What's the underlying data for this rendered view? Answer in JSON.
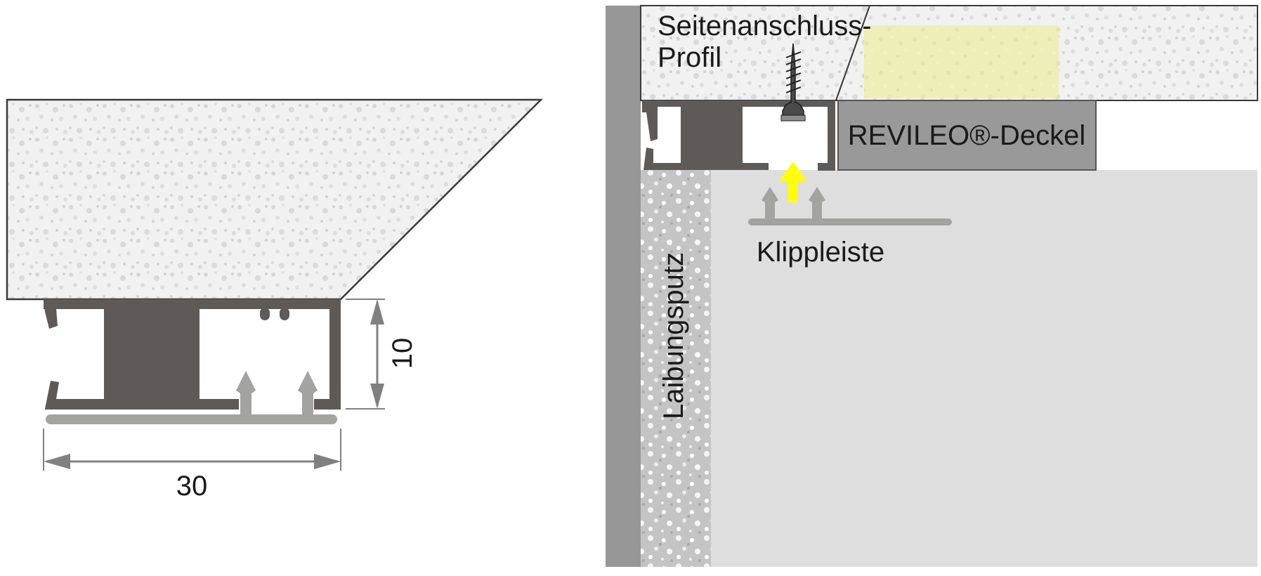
{
  "left_figure": {
    "dimension_width": "30",
    "dimension_height": "10"
  },
  "right_figure": {
    "label_side_profile_line1": "Seitenanschluss-",
    "label_side_profile_line2": "Profil",
    "label_cover": "REVILEO®-Deckel",
    "label_clip_strip": "Klippleiste",
    "label_reveal_plaster": "Laibungsputz"
  },
  "colors": {
    "profile_dark": "#5e5a58",
    "clip_grey": "#a3a3a1",
    "wall_grey": "#979797",
    "cover_grey": "#999999",
    "cover_text": "#1a1a1a",
    "background_light": "#dedede",
    "insulation_yellow": "#eeeeb8",
    "arrow_yellow": "#ffff00",
    "dimension_grey": "#808080"
  }
}
